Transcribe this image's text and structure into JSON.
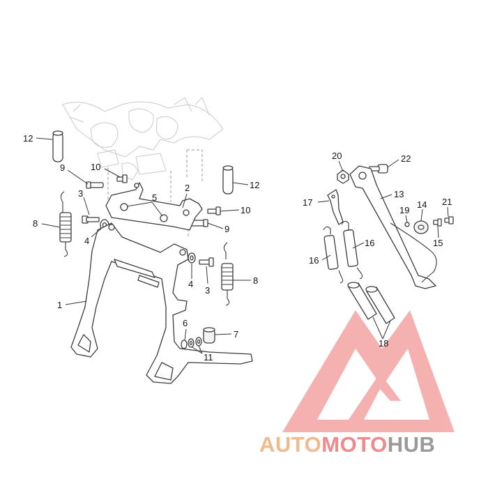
{
  "diagram": {
    "callouts": [
      {
        "label": "12",
        "id": "a"
      },
      {
        "label": "9",
        "id": "b"
      },
      {
        "label": "10",
        "id": "c"
      },
      {
        "label": "3",
        "id": "d"
      },
      {
        "label": "8",
        "id": "e"
      },
      {
        "label": "4",
        "id": "f"
      },
      {
        "label": "5",
        "id": "g"
      },
      {
        "label": "2",
        "id": "h"
      },
      {
        "label": "12",
        "id": "i"
      },
      {
        "label": "10",
        "id": "j"
      },
      {
        "label": "9",
        "id": "k"
      },
      {
        "label": "1",
        "id": "l"
      },
      {
        "label": "4",
        "id": "m"
      },
      {
        "label": "3",
        "id": "n"
      },
      {
        "label": "8",
        "id": "o"
      },
      {
        "label": "6",
        "id": "p"
      },
      {
        "label": "7",
        "id": "q"
      },
      {
        "label": "11",
        "id": "r"
      },
      {
        "label": "20",
        "id": "s"
      },
      {
        "label": "22",
        "id": "t"
      },
      {
        "label": "17",
        "id": "u"
      },
      {
        "label": "13",
        "id": "v"
      },
      {
        "label": "19",
        "id": "w"
      },
      {
        "label": "14",
        "id": "x"
      },
      {
        "label": "21",
        "id": "y"
      },
      {
        "label": "15",
        "id": "z"
      },
      {
        "label": "16",
        "id": "aa"
      },
      {
        "label": "16",
        "id": "ab"
      },
      {
        "label": "18",
        "id": "ac"
      }
    ]
  },
  "watermark": {
    "part1": "AUTO",
    "part2": "MOTO",
    "part3": "HUB",
    "colors": {
      "logo": "#f08a8a",
      "auto": "#f2b98a",
      "moto": "#f08a8a",
      "hub": "#9a9a9a"
    }
  }
}
